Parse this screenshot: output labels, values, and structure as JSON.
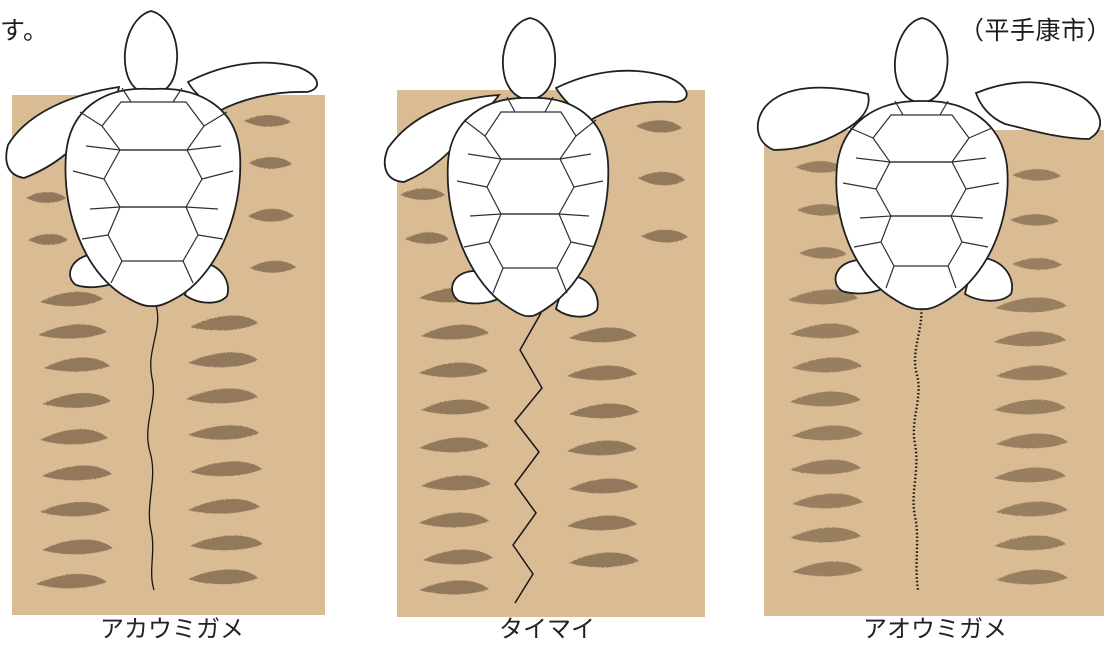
{
  "top_left_text": "す。",
  "top_right_text": "（平手康市）",
  "panels": [
    {
      "caption": "アカウミガメ",
      "color_sand": "#d8bb92",
      "color_track": "#7b6549"
    },
    {
      "caption": "タイマイ",
      "color_sand": "#d8bb92",
      "color_track": "#7b6549"
    },
    {
      "caption": "アオウミガメ",
      "color_sand": "#d8bb92",
      "color_track": "#7b6549"
    }
  ]
}
